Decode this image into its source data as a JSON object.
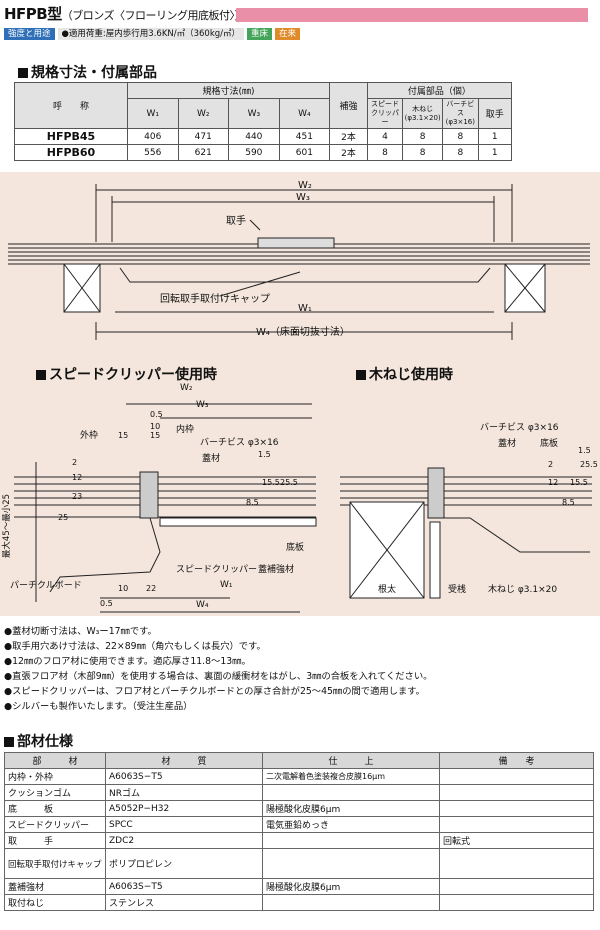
{
  "header": {
    "model": "HFPB型",
    "subtitle": "（ブロンズ〈フローリング用底板付〉）"
  },
  "tags": {
    "usage_label": "強度と用途",
    "load_text": "●適用荷重:屋内歩行用3.6KN/㎡（360kg/㎡）",
    "badge1": "重床",
    "badge2": "在来"
  },
  "spec_section": {
    "title": "規格寸法・付属部品",
    "col_name": "呼　　称",
    "col_dims": "規格寸法(㎜)",
    "col_parts": "付属部品（個）",
    "h_w1": "W₁",
    "h_w2": "W₂",
    "h_w3": "W₃",
    "h_w4": "W₄",
    "h_reinforce": "補強",
    "h_clipper": "スピードクリッパー",
    "h_screw": "木ねじ(φ3.1×20)",
    "h_bachi": "バーチビス(φ3×16)",
    "h_handle": "取手",
    "rows": [
      {
        "name": "HFPB45",
        "w1": "406",
        "w2": "471",
        "w3": "440",
        "w4": "451",
        "reinforce": "2本",
        "clipper": "4",
        "screw": "8",
        "bachi": "8",
        "handle": "1"
      },
      {
        "name": "HFPB60",
        "w1": "556",
        "w2": "621",
        "w3": "590",
        "w4": "601",
        "reinforce": "2本",
        "clipper": "8",
        "screw": "8",
        "bachi": "8",
        "handle": "1"
      }
    ]
  },
  "diagram_top": {
    "w2": "W₂",
    "w3": "W₃",
    "handle": "取手",
    "cap": "回転取手取付けキャップ",
    "w1": "W₁",
    "w4": "W₄（床面切抜寸法）"
  },
  "diagram_left": {
    "title": "スピードクリッパー使用時",
    "w2": "W₂",
    "w3": "W₃",
    "d05": "0.5",
    "d10": "10",
    "inner": "内枠",
    "outer": "外枠",
    "d15a": "15",
    "d15b": "15",
    "bachi": "バーチビス φ3×16",
    "lid": "蓋材",
    "v2": "2",
    "v12": "12",
    "v15": "1.5",
    "v85": "8.5",
    "v155": "15.5",
    "v255": "25.5",
    "v23": "23",
    "v25": "25",
    "vrange": "最大45～最小25",
    "bottom": "底板",
    "clipper": "スピードクリッパー",
    "reinforce": "蓋補強材",
    "particle": "パーチクルボード",
    "b10": "10",
    "b22": "22",
    "b05": "0.5",
    "w1": "W₁",
    "w4": "W₄"
  },
  "diagram_right": {
    "title": "木ねじ使用時",
    "bachi": "バーチビス φ3×16",
    "lid": "蓋材",
    "bottom": "底板",
    "v2": "2",
    "v12": "12",
    "v85": "8.5",
    "v155": "15.5",
    "v255": "25.5",
    "v15": "1.5",
    "joist": "根太",
    "receiver": "受桟",
    "screw": "木ねじ φ3.1×20"
  },
  "notes": [
    "●蓋材切断寸法は、W₃ー17㎜です。",
    "●取手用穴あけ寸法は、22×89㎜（角穴もしくは長穴）です。",
    "●12㎜のフロア材に使用できます。適応厚さ11.8～13㎜。",
    "●直張フロア材（木部9㎜）を使用する場合は、裏面の緩衝材をはがし、3㎜の合板を入れてください。",
    "●スピードクリッパーは、フロア材とパーチクルボードとの厚さ合計が25～45㎜の間で適用します。",
    "●シルバーも製作いたします。（受注生産品）"
  ],
  "parts_section": {
    "title": "部材仕様",
    "h_part": "部　　　材",
    "h_material": "材　　　質",
    "h_finish": "仕　　　上",
    "h_note": "備　　考",
    "rows": [
      {
        "part": "内枠・外枠",
        "material": "A6063S−T5",
        "finish": "二次電解着色塗装複合皮膜16μm",
        "note": ""
      },
      {
        "part": "クッションゴム",
        "material": "NRゴム",
        "finish": "",
        "note": ""
      },
      {
        "part": "底　　　板",
        "material": "A5052P−H32",
        "finish": "陽極酸化皮膜6μm",
        "note": ""
      },
      {
        "part": "スピードクリッパー",
        "material": "SPCC",
        "finish": "電気亜鉛めっき",
        "note": ""
      },
      {
        "part": "取　　　手",
        "material": "ZDC2",
        "finish": "",
        "note": "回転式"
      },
      {
        "part": "回転取手取付けキャップ",
        "material": "ポリプロピレン",
        "finish": "",
        "note": ""
      },
      {
        "part": "蓋補強材",
        "material": "A6063S−T5",
        "finish": "陽極酸化皮膜6μm",
        "note": ""
      },
      {
        "part": "取付ねじ",
        "material": "ステンレス",
        "finish": "",
        "note": ""
      }
    ]
  },
  "colors": {
    "pink": "#ea8fa8",
    "diagram_bg": "#f4e6dd",
    "blue_tag": "#2f6fb7",
    "green_tag": "#44a55a",
    "orange_tag": "#e08a2a"
  }
}
